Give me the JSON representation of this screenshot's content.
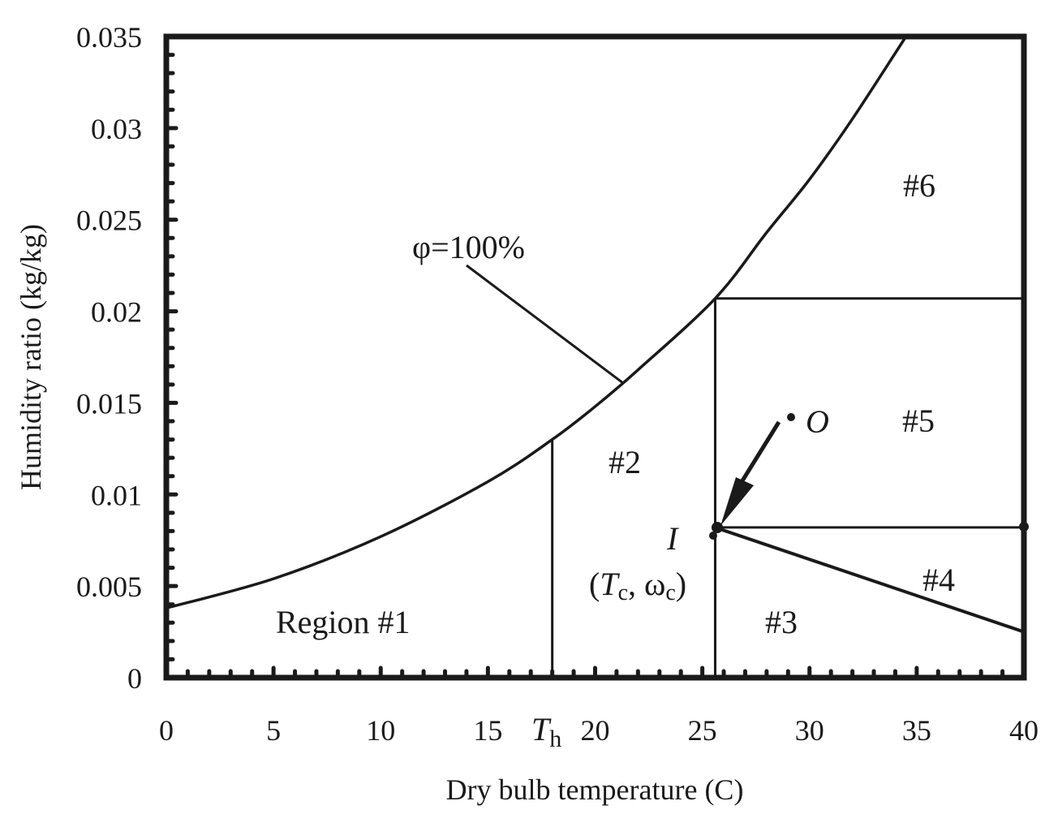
{
  "chart_data": {
    "type": "line",
    "title": "",
    "xlabel": "Dry bulb temperature (C)",
    "ylabel": "Humidity ratio (kg/kg)",
    "xlim": [
      0,
      40
    ],
    "ylim": [
      0,
      0.035
    ],
    "x_ticks": [
      "0",
      "5",
      "10",
      "15",
      "20",
      "25",
      "30",
      "35",
      "40"
    ],
    "y_ticks": [
      "0",
      "0.005",
      "0.01",
      "0.015",
      "0.02",
      "0.025",
      "0.03",
      "0.035"
    ],
    "grid": false,
    "legend": null,
    "series": [
      {
        "name": "φ=100% (saturation curve)",
        "x": [
          0,
          5,
          10,
          15,
          18,
          20,
          22,
          25.6,
          28,
          30,
          32,
          34.5
        ],
        "values": [
          0.0038,
          0.0054,
          0.0077,
          0.0107,
          0.013,
          0.0148,
          0.0168,
          0.0207,
          0.0243,
          0.0272,
          0.0305,
          0.035
        ]
      }
    ],
    "boundaries": [
      {
        "name": "T_h vertical",
        "x": [
          18,
          18
        ],
        "values": [
          0,
          0.013
        ]
      },
      {
        "name": "T_c vertical",
        "x": [
          25.6,
          25.6
        ],
        "values": [
          0,
          0.0207
        ]
      },
      {
        "name": "upper horizontal",
        "x": [
          25.6,
          40
        ],
        "values": [
          0.0207,
          0.0207
        ]
      },
      {
        "name": "omega_c horizontal",
        "x": [
          25.6,
          40
        ],
        "values": [
          0.0082,
          0.0082
        ]
      },
      {
        "name": "diagonal",
        "x": [
          25.6,
          40
        ],
        "values": [
          0.0082,
          0.0025
        ]
      }
    ],
    "points": [
      {
        "name": "I",
        "x": 25.6,
        "y": 0.0082,
        "label": "I",
        "sublabel": "(Tc, ωc)"
      },
      {
        "name": "O",
        "x": 29.1,
        "y": 0.0142,
        "label": "O"
      }
    ],
    "annotations": [
      {
        "text": "φ=100%",
        "x": 11.7,
        "y": 0.0243
      },
      {
        "text": "Region #1",
        "x": 12,
        "y": 0.0032
      },
      {
        "text": "#2",
        "x": 21.5,
        "y": 0.0119
      },
      {
        "text": "#3",
        "x": 29.5,
        "y": 0.0032
      },
      {
        "text": "#4",
        "x": 36,
        "y": 0.0055
      },
      {
        "text": "#5",
        "x": 35,
        "y": 0.0142
      },
      {
        "text": "#6",
        "x": 35,
        "y": 0.0272
      },
      {
        "text": "T_h",
        "x": 18,
        "y": -0.0022,
        "position": "x-axis"
      },
      {
        "text": "arrow O → I",
        "from": [
          29.1,
          0.0142
        ],
        "to": [
          25.6,
          0.0082
        ]
      }
    ]
  },
  "labels": {
    "xlabel": "Dry bulb temperature (C)",
    "ylabel": "Humidity ratio (kg/kg)",
    "phi": "φ=100%",
    "region1": "Region #1",
    "r2": "#2",
    "r3": "#3",
    "r4": "#4",
    "r5": "#5",
    "r6": "#6",
    "point_I": "I",
    "point_O": "O",
    "Th_T": "T",
    "Th_sub": "h",
    "Ic_open": "(",
    "Ic_T": "T",
    "Ic_c1": "c",
    "Ic_mid": ", ω",
    "Ic_c2": "c",
    "Ic_close": ")"
  },
  "colors": {
    "ink": "#1a1a1a",
    "background": "#ffffff"
  }
}
